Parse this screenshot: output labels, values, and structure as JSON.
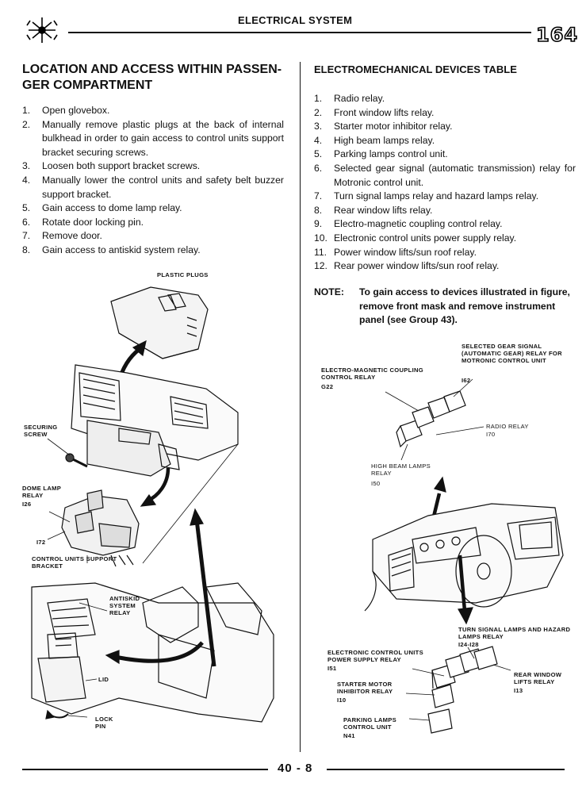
{
  "header": {
    "title": "ELECTRICAL SYSTEM",
    "page_code": "164"
  },
  "left": {
    "heading": "LOCATION AND ACCESS WITHIN PASSEN-GER COMPARTMENT",
    "steps": [
      {
        "num": "1.",
        "text": "Open glovebox."
      },
      {
        "num": "2.",
        "text": "Manually remove plastic plugs at the back of internal bulkhead in order to gain access to control units support bracket securing screws."
      },
      {
        "num": "3.",
        "text": "Loosen both support bracket screws."
      },
      {
        "num": "4.",
        "text": "Manually lower the control units and safety belt buzzer support bracket."
      },
      {
        "num": "5.",
        "text": "Gain access to dome lamp relay."
      },
      {
        "num": "6.",
        "text": "Rotate door locking pin."
      },
      {
        "num": "7.",
        "text": "Remove door."
      },
      {
        "num": "8.",
        "text": "Gain access to antiskid system relay."
      }
    ],
    "figure_labels": {
      "plastic_plugs": "PLASTIC PLUGS",
      "securing_screw": "SECURING SCREW",
      "dome_lamp_relay": "DOME LAMP RELAY",
      "dome_lamp_code": "I26",
      "i72": "I72",
      "control_units_bracket": "CONTROL UNITS SUPPORT BRACKET",
      "antiskid_relay": "ANTISKID SYSTEM RELAY",
      "lid": "LID",
      "lock_pin": "LOCK PIN"
    }
  },
  "right": {
    "heading": "ELECTROMECHANICAL DEVICES TABLE",
    "items": [
      {
        "num": "1.",
        "text": "Radio relay."
      },
      {
        "num": "2.",
        "text": "Front window lifts relay."
      },
      {
        "num": "3.",
        "text": "Starter motor inhibitor relay."
      },
      {
        "num": "4.",
        "text": "High beam lamps relay."
      },
      {
        "num": "5.",
        "text": "Parking lamps control unit."
      },
      {
        "num": "6.",
        "text": "Selected gear signal (automatic transmission) relay for Motronic control unit."
      },
      {
        "num": "7.",
        "text": "Turn signal lamps relay and hazard lamps relay."
      },
      {
        "num": "8.",
        "text": "Rear window lifts relay."
      },
      {
        "num": "9.",
        "text": "Electro-magnetic coupling control relay."
      },
      {
        "num": "10.",
        "text": "Electronic control units power supply relay."
      },
      {
        "num": "11.",
        "text": "Power window lifts/sun roof relay."
      },
      {
        "num": "12.",
        "text": "Rear power window lifts/sun roof relay."
      }
    ],
    "note_label": "NOTE:",
    "note_text": "To gain access to devices illustrated in figure, remove front mask and remove instrument panel (see Group 43).",
    "figure_labels": {
      "selected_gear": "SELECTED GEAR SIGNAL (AUTOMATIC GEAR) RELAY FOR MOTRONIC CONTROL UNIT",
      "selected_gear_code": "I62",
      "em_coupling": "ELECTRO-MAGNETIC COUPLING CONTROL RELAY",
      "em_coupling_code": "G22",
      "radio_relay": "RADIO RELAY",
      "radio_relay_code": "I70",
      "high_beam": "HIGH BEAM LAMPS RELAY",
      "high_beam_code": "I50",
      "turn_signal": "TURN SIGNAL LAMPS AND HAZARD LAMPS RELAY",
      "turn_signal_code": "I24-I28",
      "ecu_power": "ELECTRONIC CONTROL UNITS POWER SUPPLY RELAY",
      "ecu_power_code": "I51",
      "starter_inhibitor": "STARTER MOTOR INHIBITOR RELAY",
      "starter_inhibitor_code": "I10",
      "parking_lamps": "PARKING LAMPS CONTROL UNIT",
      "parking_lamps_code": "N41",
      "rear_window": "REAR WINDOW LIFTS RELAY",
      "rear_window_code": "I13"
    }
  },
  "footer": {
    "page_number": "40 - 8"
  }
}
